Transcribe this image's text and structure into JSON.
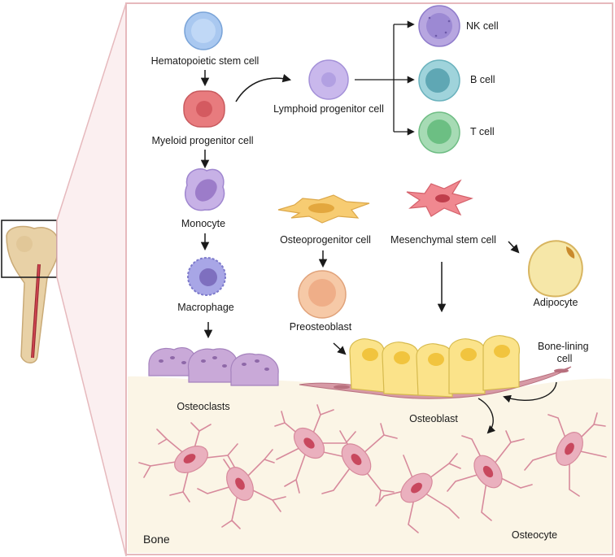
{
  "labels": {
    "hsc": "Hematopoietic stem cell",
    "myeloid": "Myeloid progenitor cell",
    "lymphoid": "Lymphoid progenitor cell",
    "nk": "NK cell",
    "b": "B cell",
    "t": "T cell",
    "monocyte": "Monocyte",
    "macrophage": "Macrophage",
    "osteoclasts": "Osteoclasts",
    "osteoprogenitor": "Osteoprogenitor cell",
    "msc": "Mesenchymal stem cell",
    "adipocyte": "Adipocyte",
    "preosteoblast": "Preosteoblast",
    "bone_lining": [
      "Bone-lining",
      "cell"
    ],
    "osteoblast": "Osteoblast",
    "osteocyte": "Osteocyte",
    "bone": "Bone"
  },
  "colors": {
    "frame": "#e6b9bd",
    "bone_matrix": "#fbf5e6",
    "hsc": "#a9c8f0",
    "myeloid": "#e87b7e",
    "lymphoid": "#c9b8ec",
    "nk": "#b7a6e0",
    "b_cell": "#9fd3db",
    "t_cell": "#a6dbb4",
    "monocyte": "#c7b1e6",
    "macrophage": "#a8a6e6",
    "osteoclast": "#c9a9d8",
    "osteoprogenitor": "#f7cc72",
    "msc": "#f08890",
    "adipocyte": "#f6e7a8",
    "preosteoblast": "#f6c9a7",
    "osteoblast": "#fbe38a",
    "osteocyte": "#eab0be",
    "bone_lining": "#d79aa6"
  }
}
